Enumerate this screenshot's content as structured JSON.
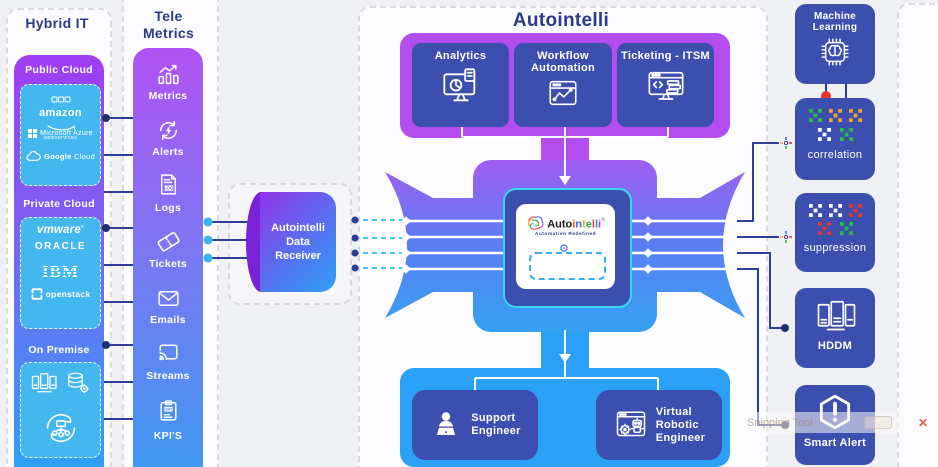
{
  "hybrid": {
    "title": "Hybrid IT",
    "sections": [
      {
        "label": "Public Cloud",
        "items": {
          "aws_name": "amazon",
          "aws_sub": "webservices",
          "azure": "Microsoft Azure",
          "gcloud_a": "Google",
          "gcloud_b": " Cloud"
        }
      },
      {
        "label": "Private Cloud",
        "items": {
          "vmware": "vmware",
          "oracle": "ORACLE",
          "ibm": "IBM",
          "openstack": "openstack"
        }
      },
      {
        "label": "On Premise",
        "items": {}
      }
    ]
  },
  "telemetrics": {
    "title": "Tele\nMetrics",
    "items": [
      {
        "label": "Metrics",
        "icon": "bar-chart-icon"
      },
      {
        "label": "Alerts",
        "icon": "refresh-bolt-icon"
      },
      {
        "label": "Logs",
        "icon": "log-file-icon",
        "badge": "LOG"
      },
      {
        "label": "Tickets",
        "icon": "ticket-icon"
      },
      {
        "label": "Emails",
        "icon": "envelope-icon"
      },
      {
        "label": "Streams",
        "icon": "cast-screen-icon"
      },
      {
        "label": "KPI'S",
        "icon": "kpi-clipboard-icon",
        "badge": "KPI"
      }
    ]
  },
  "receiver": {
    "label": "Autointelli\nData\nReceiver"
  },
  "main": {
    "title": "Autointelli",
    "top_boxes": [
      {
        "label": "Analytics",
        "icon": "analytics-monitor-icon"
      },
      {
        "label": "Workflow\nAutomation",
        "icon": "workflow-browser-icon"
      },
      {
        "label": "Ticketing - ITSM",
        "icon": "ticketing-monitor-icon"
      }
    ],
    "logo": {
      "prefix": "Auto",
      "letters": [
        "i",
        "n",
        "t",
        "e",
        "l",
        "l",
        "i"
      ],
      "registered": "®",
      "tagline": "Automation Redefined"
    },
    "bottom_boxes": [
      {
        "label": "Support\nEngineer",
        "icon": "support-engineer-icon"
      },
      {
        "label": "Virtual\nRobotic\nEngineer",
        "icon": "robotic-engineer-icon"
      }
    ]
  },
  "right_boxes": [
    {
      "label": "Machine\nLearning",
      "icon": "chip-brain-icon"
    },
    {
      "label": "correlation",
      "icon": "x-pattern-icon",
      "pattern_row1": [
        "#27c43a",
        "#f5a623",
        "#f5a623"
      ],
      "pattern_row2": [
        "#ffffff",
        "#27c43a"
      ]
    },
    {
      "label": "suppression",
      "icon": "x-pattern-icon",
      "pattern_row1": [
        "#ffffff",
        "#ffffff",
        "#e8332c"
      ],
      "pattern_row2": [
        "#e8332c",
        "#27c43a"
      ]
    },
    {
      "label": "HDDM",
      "icon": "server-rack-icon"
    },
    {
      "label": "Smart Alert",
      "icon": "hexagon-alert-icon"
    }
  ],
  "overlay": {
    "snipping_title": "Snipping Tool",
    "close": "✕"
  },
  "colors": {
    "background": "#f0f1f4",
    "navy_text": "#2c3a8c",
    "dark_box": "#3d4fae",
    "purple_container": "#b44df0",
    "blue_container": "#2aa0f6",
    "light_blue_box": "#45b7ef",
    "connector_navy": "#2c3e9c",
    "dashed_cyan": "#45c6f5",
    "red_dot": "#e8332c",
    "cyan_border": "#35d6f2"
  }
}
